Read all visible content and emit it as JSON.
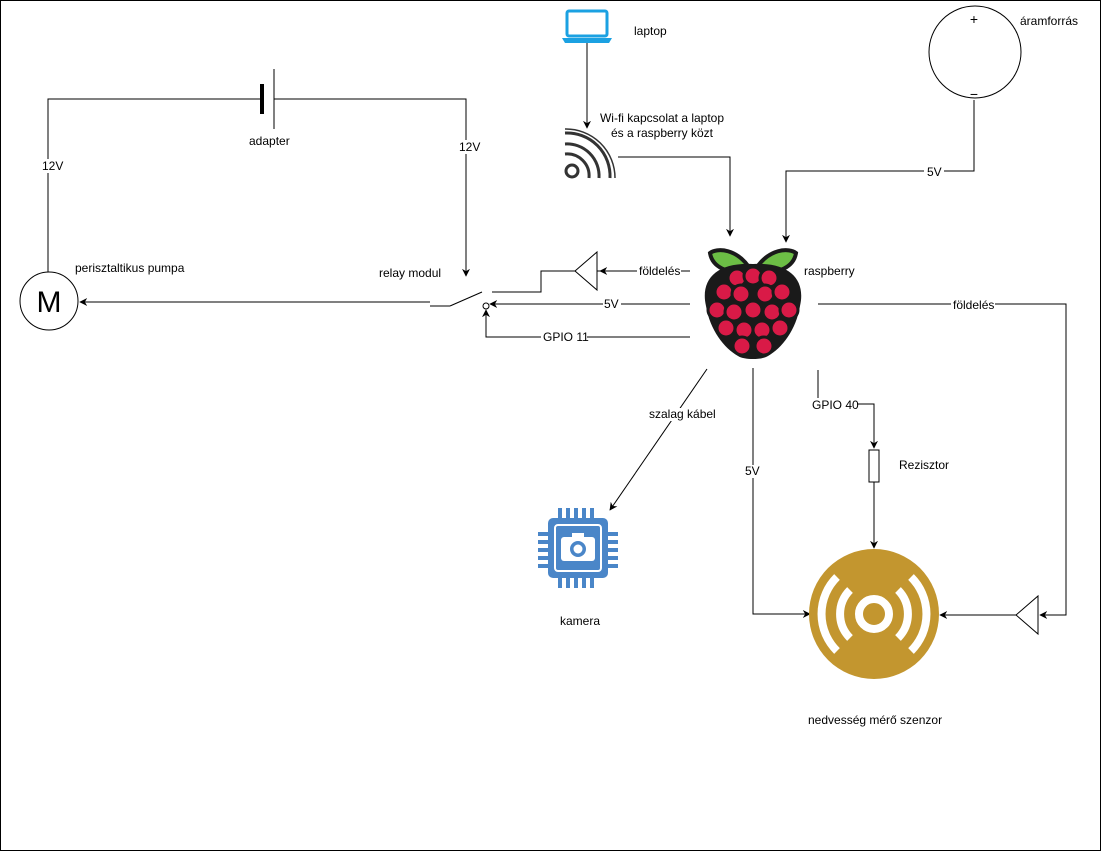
{
  "labels": {
    "laptop": "laptop",
    "wifi_line1": "Wi-fi kapcsolat a laptop",
    "wifi_line2": "és a raspberry közt",
    "power_source": "áramforrás",
    "plus": "+",
    "minus": "−",
    "adapter": "adapter",
    "v12_left": "12V",
    "v12_right": "12V",
    "v5_power": "5V",
    "pump": "perisztaltikus pumpa",
    "motor_symbol": "M",
    "relay": "relay modul",
    "raspberry": "raspberry",
    "ground_left": "földelés",
    "v5_relay": "5V",
    "gpio11": "GPIO 11",
    "ground_right": "földelés",
    "ribbon": "szalag kábel",
    "gpio40": "GPIO 40",
    "v5_sensor": "5V",
    "resistor": "Rezisztor",
    "camera": "kamera",
    "sensor": "nedvesség mérő szenzor"
  },
  "colors": {
    "laptop_icon": "#1BA1E2",
    "camera_icon": "#4A86C8",
    "sensor_icon": "#C3962F",
    "berry_red": "#D91A47",
    "leaf_green": "#6CBE45",
    "outline": "#1A1A1A"
  },
  "icons": {
    "laptop": "laptop-icon",
    "wifi": "wifi-icon",
    "raspberry": "raspberry-pi-icon",
    "camera": "camera-chip-icon",
    "sensor": "moisture-sensor-icon",
    "motor": "motor-symbol",
    "battery": "battery-symbol",
    "ground": "ground-symbol",
    "resistor": "resistor-symbol",
    "switch": "relay-switch-symbol"
  }
}
